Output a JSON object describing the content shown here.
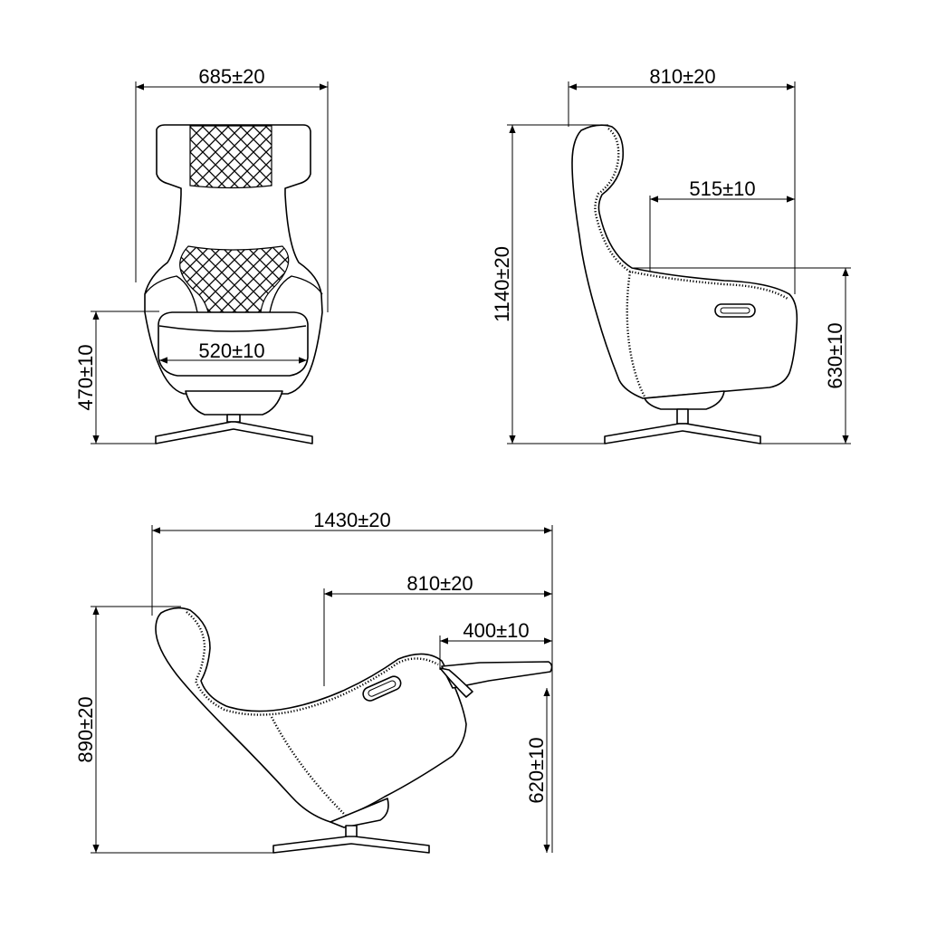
{
  "figure": {
    "type": "technical-dimension-drawing",
    "line_color": "#000000",
    "background": "#ffffff",
    "views": {
      "front": {
        "overall_width": "685±20",
        "seat_width": "520±10",
        "seat_height": "470±10"
      },
      "side": {
        "overall_depth": "810±20",
        "seat_depth": "515±10",
        "overall_height": "1140±20",
        "arm_height": "630±10"
      },
      "reclined": {
        "overall_length": "1430±20",
        "body_length": "810±20",
        "footrest_length": "400±10",
        "overall_height": "890±20",
        "footrest_height": "620±10"
      }
    }
  }
}
